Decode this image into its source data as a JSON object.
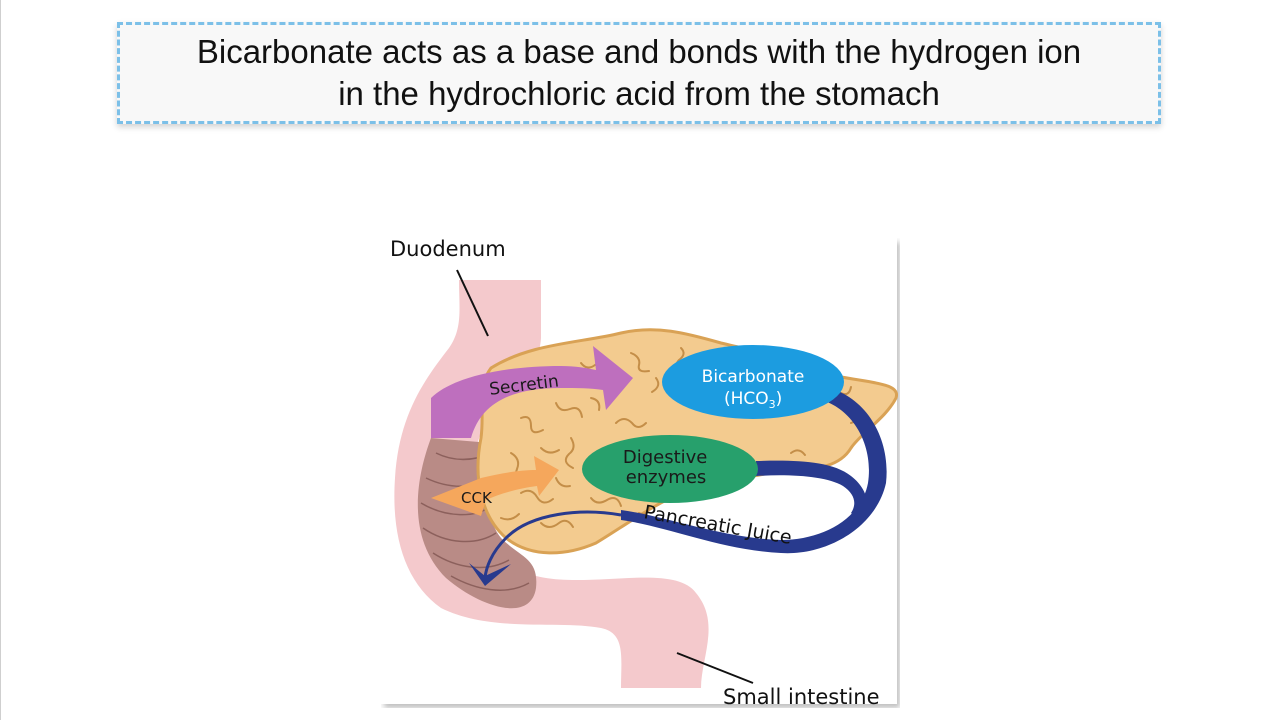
{
  "caption": {
    "line1": "Bicarbonate acts as a base and bonds with the hydrogen ion",
    "line2": "in the hydrochloric acid from the stomach"
  },
  "diagram": {
    "labels": {
      "duodenum": "Duodenum",
      "small_intestine": "Small intestine",
      "secretin": "Secretin",
      "cck": "CCK",
      "bicarbonate_line1": "Bicarbonate",
      "bicarbonate_hco": "(HCO",
      "bicarbonate_sub": "3",
      "bicarbonate_close": ")",
      "digestive_line1": "Digestive",
      "digestive_line2": "enzymes",
      "pancreatic_juice": "Pancreatic Juice"
    },
    "colors": {
      "caption_border": "#7cc0e8",
      "intestine": "#f4c9cc",
      "duodenum_folds": "#b98b86",
      "pancreas": "#f3cb8f",
      "pancreas_outline": "#d9a255",
      "secretin_arrow": "#be6fbe",
      "cck_arrow": "#f5a75c",
      "bicarbonate": "#1c9ce0",
      "digestive_enzymes": "#27a06c",
      "duct": "#283a8e"
    }
  }
}
